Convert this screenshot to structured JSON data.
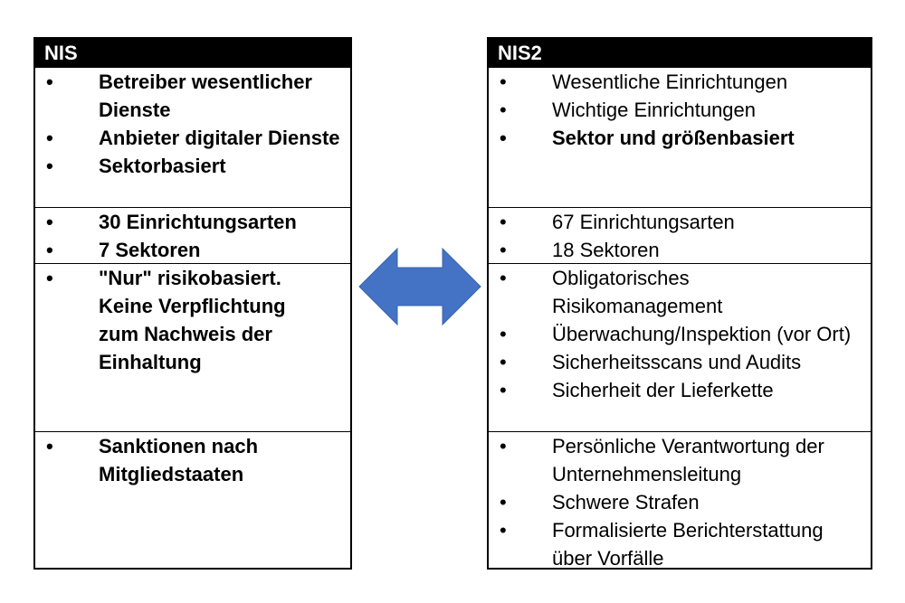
{
  "left": {
    "title": "NIS",
    "rows": [
      [
        "Betreiber wesentlicher Dienste",
        "Anbieter digitaler Dienste",
        "Sektorbasiert"
      ],
      [
        "30 Einrichtungsarten",
        "7 Sektoren"
      ],
      [
        "\"Nur\" risikobasiert. Keine Verpflichtung zum Nachweis der Einhaltung"
      ],
      [
        "Sanktionen nach Mitgliedstaaten"
      ]
    ]
  },
  "right": {
    "title": "NIS2",
    "rows": [
      [
        "Wesentliche Einrichtungen",
        "Wichtige Einrichtungen",
        "Sektor und größenbasiert"
      ],
      [
        "67 Einrichtungsarten",
        "18 Sektoren"
      ],
      [
        "Obligatorisches Risikomanagement",
        "Überwachung/Inspektion (vor Ort)",
        "Sicherheitsscans und Audits",
        "Sicherheit der Lieferkette"
      ],
      [
        "Persönliche Verantwortung der Unternehmensleitung",
        "Schwere Strafen",
        "Formalisierte Berichterstattung über Vorfälle"
      ]
    ]
  },
  "colors": {
    "arrow": "#4472C4"
  },
  "icons": {
    "arrow": "double-arrow-icon"
  }
}
